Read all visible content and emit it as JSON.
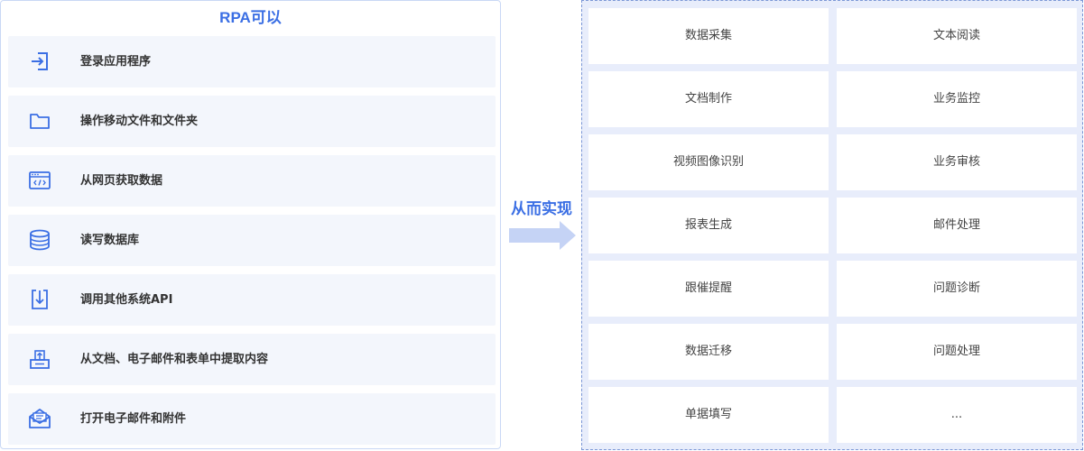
{
  "left": {
    "title": "RPA可以",
    "items": [
      {
        "label": "登录应用程序",
        "icon": "login-icon"
      },
      {
        "label": "操作移动文件和文件夹",
        "icon": "folder-icon"
      },
      {
        "label": "从网页获取数据",
        "icon": "webpage-code-icon"
      },
      {
        "label": "读写数据库",
        "icon": "database-icon"
      },
      {
        "label": "调用其他系统API",
        "icon": "api-download-icon"
      },
      {
        "label": "从文档、电子邮件和表单中提取内容",
        "icon": "extract-upload-icon"
      },
      {
        "label": "打开电子邮件和附件",
        "icon": "open-mail-icon"
      }
    ]
  },
  "arrow": {
    "label": "从而实现"
  },
  "right": {
    "rows": [
      [
        "数据采集",
        "文本阅读"
      ],
      [
        "文档制作",
        "业务监控"
      ],
      [
        "视频图像识别",
        "业务审核"
      ],
      [
        "报表生成",
        "邮件处理"
      ],
      [
        "跟催提醒",
        "问题诊断"
      ],
      [
        "数据迁移",
        "问题处理"
      ],
      [
        "单据填写",
        "..."
      ]
    ]
  },
  "colors": {
    "accent": "#3b6fe4",
    "panel_border": "#c9d8f5",
    "grid_bg": "#e8edfb",
    "item_bg": "#f3f6fc",
    "arrow": "#c5d3f5"
  }
}
